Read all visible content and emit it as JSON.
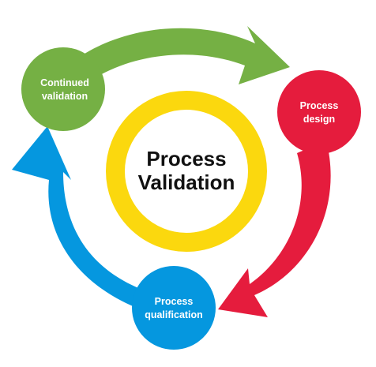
{
  "diagram": {
    "center": {
      "line1": "Process",
      "line2": "Validation",
      "ring_color": "#fbd80e"
    },
    "nodes": [
      {
        "id": "continued-validation",
        "line1": "Continued",
        "line2": "validation",
        "color": "#75b044"
      },
      {
        "id": "process-design",
        "line1": "Process",
        "line2": "design",
        "color": "#e51c3d"
      },
      {
        "id": "process-qualification",
        "line1": "Process",
        "line2": "qualification",
        "color": "#0597df"
      }
    ],
    "arrows": [
      {
        "from": "continued-validation",
        "to": "process-design",
        "color": "#75b044"
      },
      {
        "from": "process-design",
        "to": "process-qualification",
        "color": "#e51c3d"
      },
      {
        "from": "process-qualification",
        "to": "continued-validation",
        "color": "#0597df"
      }
    ]
  }
}
